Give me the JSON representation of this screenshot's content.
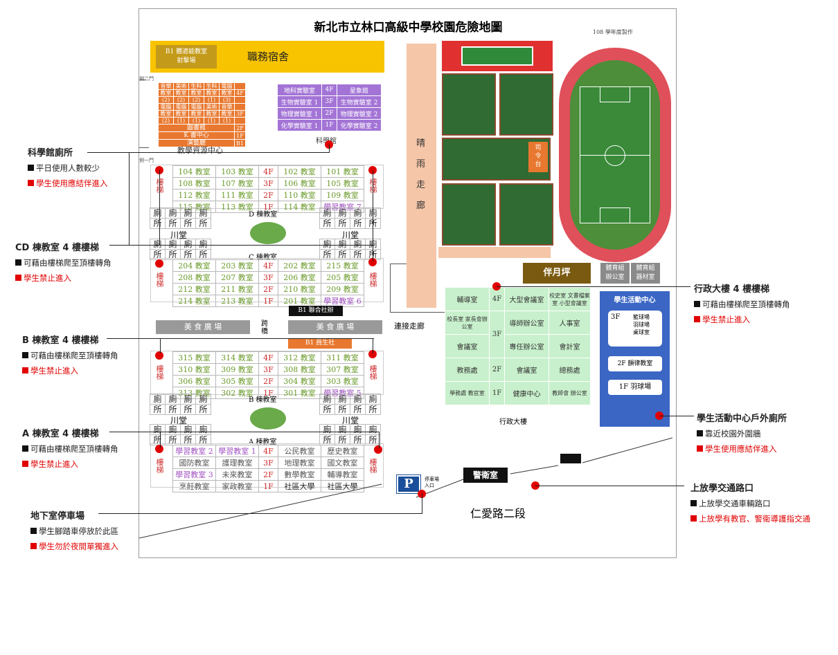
{
  "title": "新北市立林口高級中學校園危險地圖",
  "produced": "108 學年度製作",
  "dorm": {
    "b1": "B1 體適能教室",
    "range": "射擊場",
    "name": "職務宿舍"
  },
  "gates": {
    "side2": "側二門",
    "side1": "側一門"
  },
  "library": {
    "rows": [
      [
        "音樂",
        "美術",
        "生科",
        "生科",
        "電腦",
        ""
      ],
      [
        "教室",
        "教室",
        "教室",
        "教室",
        "教室",
        "4F"
      ],
      [
        "(2)",
        "(2)",
        "(2)",
        "(1)",
        "(3)",
        ""
      ],
      [
        "電腦",
        "電腦",
        "電腦",
        "美術",
        "音樂",
        ""
      ],
      [
        "教室",
        "教室",
        "教室",
        "教室",
        "教室",
        "3F"
      ],
      [
        "(2)",
        "(1)",
        "(1)",
        "(1)",
        "(1)",
        ""
      ]
    ],
    "lower": [
      [
        "圖書館",
        "2F"
      ],
      [
        "K 書中心",
        "1F"
      ],
      [
        "演藝廳",
        "B1"
      ]
    ],
    "name": "教學資源中心"
  },
  "science": {
    "name": "科學館",
    "rows": [
      [
        "地科實驗室",
        "4F",
        "星象館"
      ],
      [
        "生物實驗室 1",
        "3F",
        "生物實驗室 2"
      ],
      [
        "物理實驗室 1",
        "2F",
        "物理實驗室 2"
      ],
      [
        "化學實驗室 1",
        "1F",
        "化學實驗室 2"
      ]
    ]
  },
  "d_building": {
    "name": "D 棟教室",
    "rows": [
      [
        "104 教室",
        "103 教室",
        "4F",
        "102 教室",
        "101 教室"
      ],
      [
        "108 教室",
        "107 教室",
        "3F",
        "106 教室",
        "105 教室"
      ],
      [
        "112 教室",
        "111 教室",
        "2F",
        "110 教室",
        "109 教室"
      ],
      [
        "115 教室",
        "113 教室",
        "1F",
        "114 教室",
        "學習教室 7"
      ]
    ]
  },
  "c_building": {
    "name": "C 棟教室",
    "rows": [
      [
        "204 教室",
        "203 教室",
        "4F",
        "202 教室",
        "215 教室"
      ],
      [
        "208 教室",
        "207 教室",
        "3F",
        "206 教室",
        "205 教室"
      ],
      [
        "212 教室",
        "211 教室",
        "2F",
        "210 教室",
        "209 教室"
      ],
      [
        "214 教室",
        "213 教室",
        "1F",
        "201 教室",
        "學習教室 6"
      ]
    ]
  },
  "b_building": {
    "name": "B 棟教室",
    "rows": [
      [
        "315 教室",
        "314 教室",
        "4F",
        "312 教室",
        "311 教室"
      ],
      [
        "310 教室",
        "309 教室",
        "3F",
        "308 教室",
        "307 教室"
      ],
      [
        "306 教室",
        "305 教室",
        "2F",
        "304 教室",
        "303 教室"
      ],
      [
        "313 教室",
        "302 教室",
        "1F",
        "301 教室",
        "學習教室 5"
      ]
    ]
  },
  "a_building": {
    "name": "A 棟教室",
    "rows": [
      [
        "學習教室 2",
        "學習教室 1",
        "4F",
        "公民教室",
        "歷史教室"
      ],
      [
        "國防教室",
        "護理教室",
        "3F",
        "地理教室",
        "國文教室"
      ],
      [
        "學習教室 3",
        "未來教室",
        "2F",
        "數學教室",
        "輔導教室"
      ],
      [
        "烹飪教室",
        "家政教室",
        "1F",
        "社區大學",
        "社區大學"
      ]
    ]
  },
  "toilet": {
    "a": "廁",
    "b": "所",
    "hall": "川堂"
  },
  "stairs": [
    "樓",
    "梯"
  ],
  "middle": {
    "union": "B1 聯合社辦",
    "food": "美 食 廣 場",
    "cross": [
      "跨",
      "橋"
    ],
    "coop": "B1 員生社"
  },
  "corridor": {
    "rain": [
      "晴",
      "雨",
      "走",
      "廊"
    ],
    "link": "連接走廊"
  },
  "stage": [
    "司",
    "令",
    "台"
  ],
  "moon": "伴月坪",
  "sport_office": [
    [
      "體育組",
      "辦公室"
    ],
    [
      "體育組",
      "器材室"
    ]
  ],
  "admin": {
    "name": "行政大樓",
    "rows": [
      [
        "輔導室",
        "4F",
        "大型會議室",
        "校史室 文書檔案室 小型會議室"
      ],
      [
        "校長室 家長會辦公室",
        "3F",
        "導師辦公室",
        "人事室"
      ],
      [
        "會議室",
        "",
        "專任辦公室",
        "會計室"
      ],
      [
        "教務處",
        "2F",
        "會議室",
        "總務處"
      ],
      [
        "學務處 教官室",
        "1F",
        "健康中心",
        "教師會 辦公室"
      ]
    ]
  },
  "activity": {
    "name": "學生活動中心",
    "f3": "3F",
    "f3items": [
      "籃球場",
      "羽球場",
      "桌球室"
    ],
    "f2": "2F 韻律教室",
    "f1": "1F 羽球場"
  },
  "guard": "警衛室",
  "parking": {
    "icon": "P",
    "label": [
      "停車場",
      "入口"
    ]
  },
  "road": "仁愛路二段",
  "callouts": [
    {
      "id": "science",
      "title": "科學館廁所",
      "n1": "平日使用人數較少",
      "n2": "學生使用應結伴進入"
    },
    {
      "id": "cd",
      "title": "CD 棟教室 4 樓樓梯",
      "n1": "可藉由樓梯爬至頂樓轉角",
      "n2": "學生禁止進入"
    },
    {
      "id": "b",
      "title": "B 棟教室 4 樓樓梯",
      "n1": "可藉由樓梯爬至頂樓轉角",
      "n2": "學生禁止進入"
    },
    {
      "id": "a",
      "title": "A 棟教室 4 樓樓梯",
      "n1": "可藉由樓梯爬至頂樓轉角",
      "n2": "學生禁止進入"
    },
    {
      "id": "park",
      "title": "地下室停車場",
      "n1": "學生腳踏車停放於此區",
      "n2": "學生勿於夜間單獨進入"
    },
    {
      "id": "admin",
      "title": "行政大樓 4 樓樓梯",
      "n1": "可藉由樓梯爬至頂樓轉角",
      "n2": "學生禁止進入"
    },
    {
      "id": "activity",
      "title": "學生活動中心戶外廁所",
      "n1": "靠近校園外圍牆",
      "n2": "學生使用應結伴進入"
    },
    {
      "id": "traffic",
      "title": "上放學交通路口",
      "n1": "上放學交通車輛路口",
      "n2": "上放學有教官、警衛導護指交通"
    }
  ],
  "colors": {
    "danger": "#e00000",
    "dorm": "#f8c400",
    "science": "#a374d6",
    "library": "#e8782f",
    "admin": "#c8f0cc",
    "activity": "#3b66c4",
    "track": "#e0505a",
    "court": "#2f6b32"
  }
}
